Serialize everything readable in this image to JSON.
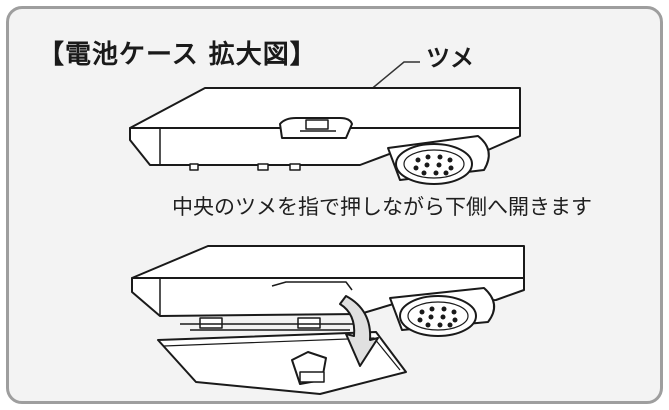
{
  "title": "【電池ケース 拡大図】",
  "callout_label": "ツメ",
  "instruction": "中央のツメを指で押しながら下側へ開きます",
  "colors": {
    "panel_bg": "#f3f3f3",
    "panel_border": "#9e9e9e",
    "line": "#1a1a1a",
    "arrow_fill": "#e0e0e0"
  }
}
